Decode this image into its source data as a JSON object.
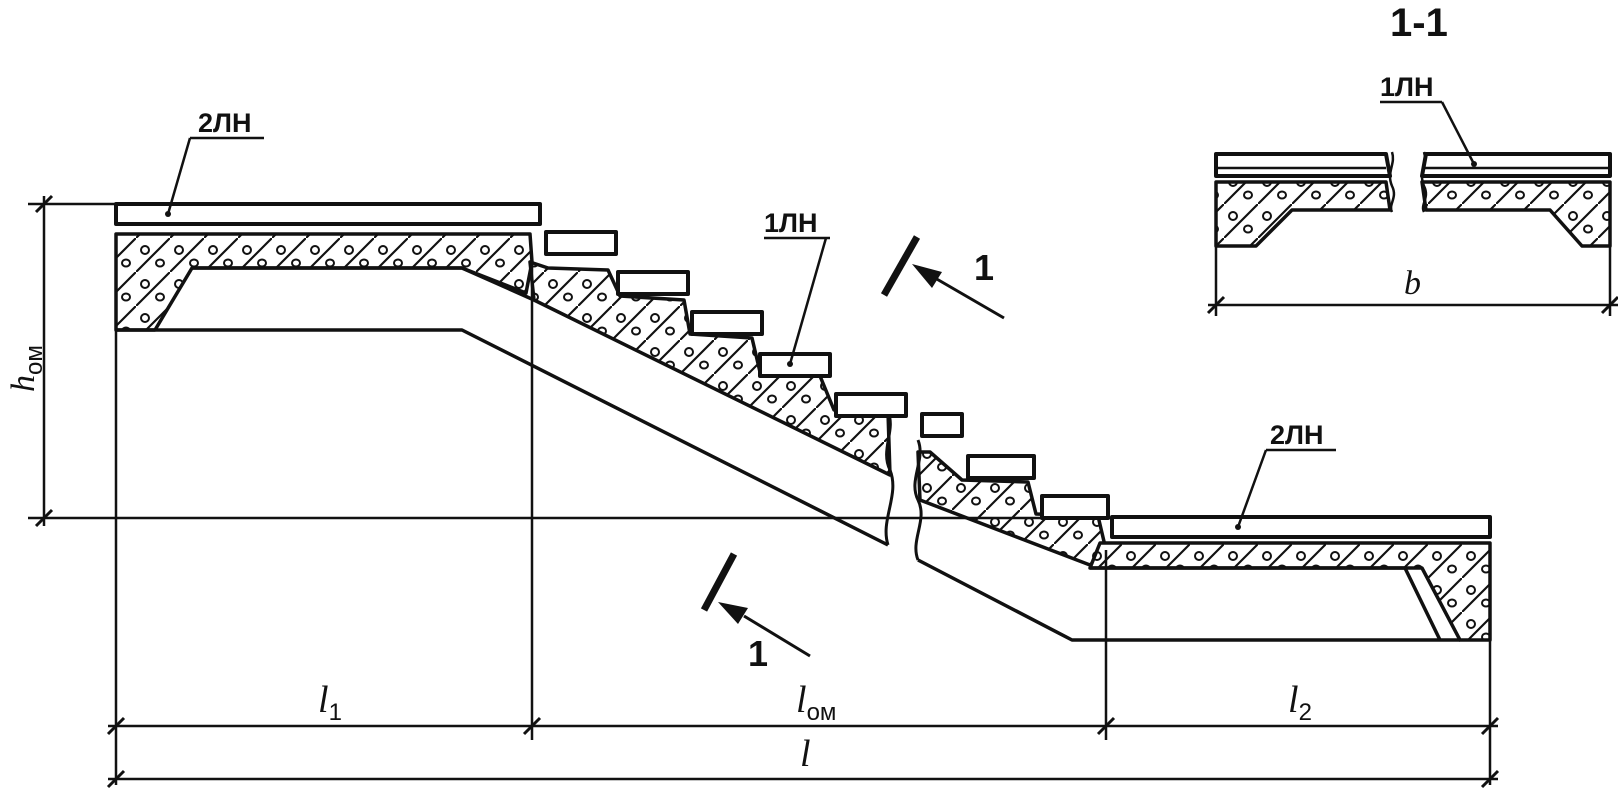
{
  "section_mark": "1-1",
  "labels": {
    "plate_top": "2ЛН",
    "plate_bottom": "2ЛН",
    "stair_tread": "1ЛН",
    "section_tread": "1ЛН",
    "cut_arrow_upper": "1",
    "cut_arrow_lower": "1"
  },
  "dimensions": {
    "h_main": "h",
    "h_sub": "ом",
    "l1_main": "l",
    "l1_sub": "1",
    "lom_main": "l",
    "lom_sub": "ом",
    "l2_main": "l",
    "l2_sub": "2",
    "l_total": "l",
    "b_width": "b"
  },
  "colors": {
    "line": "#111111",
    "background": "#ffffff"
  }
}
